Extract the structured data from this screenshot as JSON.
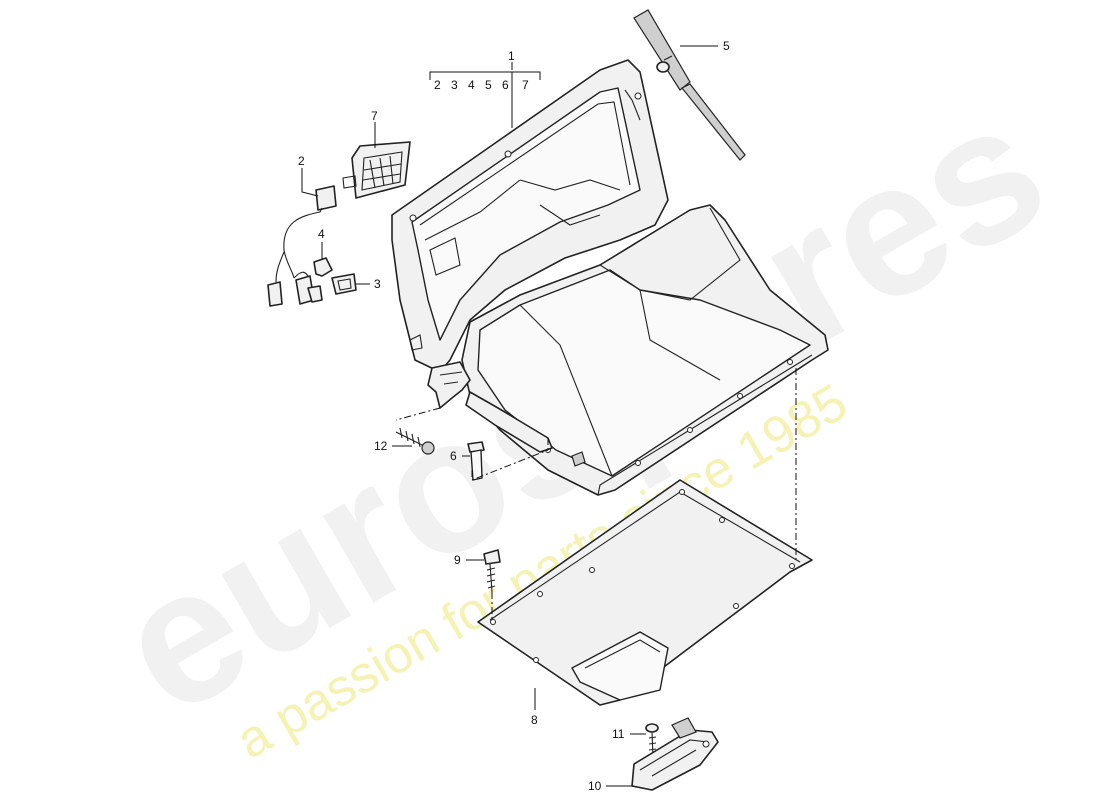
{
  "diagram": {
    "callouts": {
      "c1": "1",
      "c2": "2",
      "c3": "3",
      "c4": "4",
      "c5": "5",
      "c6": "6",
      "c7": "7",
      "c8": "8",
      "c9": "9",
      "c10": "10",
      "c11": "11",
      "c12": "12"
    },
    "group_1_members": [
      "2",
      "3",
      "4",
      "5",
      "6",
      "7"
    ]
  },
  "watermark": {
    "logo": "eurospares",
    "tagline": "a passion for parts since 1985"
  },
  "colors": {
    "line": "#222222",
    "watermark_logo": "#e6e6e6",
    "watermark_tagline": "#f1ee9a"
  }
}
